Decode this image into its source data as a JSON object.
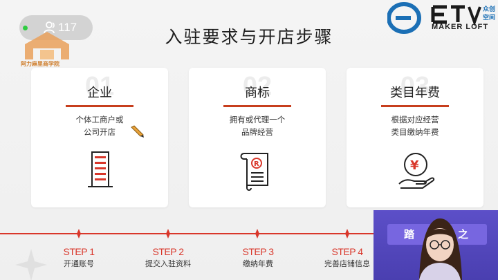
{
  "header": {
    "title": "入驻要求与开店步骤",
    "viewer_count": "117",
    "left_logo_caption": "阿力麻里商学院",
    "right_logo_brand": "MAKER LOFT",
    "right_logo_cn_top": "众创",
    "right_logo_cn_bottom": "空间"
  },
  "cards": [
    {
      "number": "01",
      "title": "企业",
      "desc_lines": [
        "个体工商户或",
        "公司开店"
      ],
      "icon": "building-icon"
    },
    {
      "number": "02",
      "title": "商标",
      "desc_lines": [
        "拥有或代理一个",
        "品牌经营"
      ],
      "icon": "trademark-scroll-icon"
    },
    {
      "number": "03",
      "title": "类目年费",
      "desc_lines": [
        "根据对应经营",
        "类目缴纳年费"
      ],
      "icon": "yuan-coin-hand-icon"
    }
  ],
  "steps": [
    {
      "label": "STEP 1",
      "name": "开通账号"
    },
    {
      "label": "STEP 2",
      "name": "提交入驻资料"
    },
    {
      "label": "STEP 3",
      "name": "缴纳年费"
    },
    {
      "label": "STEP 4",
      "name": "完善店铺信息"
    }
  ],
  "webcam": {
    "banner_left": "踏",
    "banner_right": "之"
  },
  "colors": {
    "accent": "#d9372b",
    "card_line": "#c73e1d",
    "logo_blue": "#1b6fb5",
    "webcam_bg": "#5c4fc8"
  }
}
